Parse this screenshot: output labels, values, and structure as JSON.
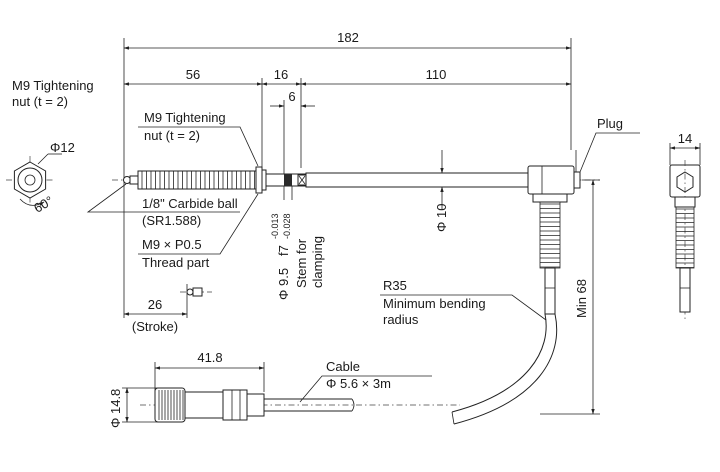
{
  "dimensions": {
    "overall_length": "182",
    "spindle_length": "56",
    "nut_section": "16",
    "stem_length": "110",
    "stem_inner": "6",
    "stroke": "26",
    "width": "14",
    "min_height": "Min 68",
    "body_dia": "Φ 10",
    "stem_dia": "Φ 9.5",
    "stem_tol_code": "f7",
    "stem_tol_upper": "-0.013",
    "stem_tol_lower": "-0.028",
    "nut_dia": "Φ12",
    "nut_angle": "60°",
    "connector_length": "41.8",
    "connector_dia": "Φ 14.8"
  },
  "labels": {
    "nut_left_l1": "M9 Tightening",
    "nut_left_l2": "nut (t = 2)",
    "nut_mid_l1": "M9 Tightening",
    "nut_mid_l2": "nut (t = 2)",
    "plug": "Plug",
    "carbide_l1": "1/8\" Carbide ball",
    "carbide_l2": "(SR1.588)",
    "thread_l1": "M9 × P0.5",
    "thread_l2": "Thread part",
    "stem_l1": "Stem for",
    "stem_l2": "clamping",
    "stroke_note": "(Stroke)",
    "r35": "R35",
    "bend_l1": "Minimum bending",
    "bend_l2": "radius",
    "cable_l1": "Cable",
    "cable_l2": "Φ 5.6 × 3m"
  }
}
